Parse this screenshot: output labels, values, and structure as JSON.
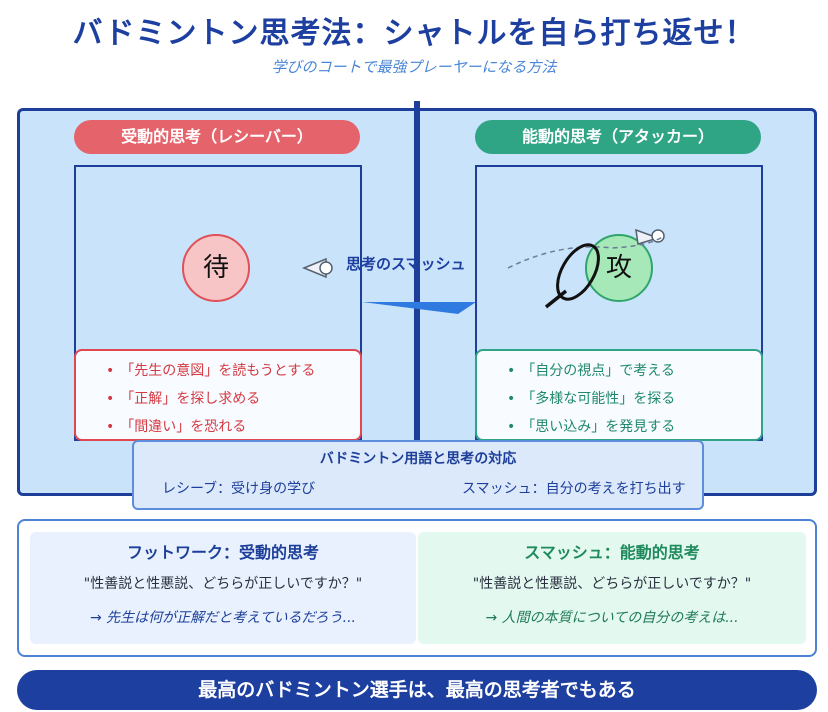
{
  "header": {
    "title": "バドミントン思考法：シャトルを自ら打ち返せ！",
    "subtitle": "学びのコートで最強プレーヤーになる方法"
  },
  "court": {
    "left": {
      "label": "受動的思考（レシーバー）",
      "symbol": "待",
      "items": [
        "「先生の意図」を読もうとする",
        "「正解」を探し求める",
        "「間違い」を恐れる"
      ]
    },
    "right": {
      "label": "能動的思考（アタッカー）",
      "symbol": "攻",
      "items": [
        "「自分の視点」で考える",
        "「多様な可能性」を探る",
        "「思い込み」を発見する"
      ]
    },
    "smash_label": "思考のスマッシュ",
    "bullet": "•"
  },
  "terms": {
    "title": "バドミントン用語と思考の対応",
    "left": "レシーブ：受け身の学び",
    "right": "スマッシュ：自分の考えを打ち出す"
  },
  "compare": {
    "left": {
      "title": "フットワーク：受動的思考",
      "quote": "\"性善説と性悪説、どちらが正しいですか？\"",
      "answer": "→ 先生は何が正解だと考えているだろう..."
    },
    "right": {
      "title": "スマッシュ：能動的思考",
      "quote": "\"性善説と性悪説、どちらが正しいですか？\"",
      "answer": "→ 人間の本質についての自分の考えは..."
    }
  },
  "banner": "最高のバドミントン選手は、最高の思考者でもある"
}
